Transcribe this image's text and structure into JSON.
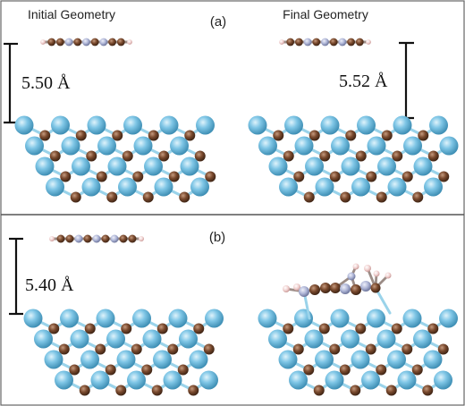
{
  "panel_a": {
    "label": "(a)",
    "initial_title": "Initial Geometry",
    "final_title": "Final Geometry",
    "initial_distance": "5.50 Å",
    "final_distance": "5.52 Å"
  },
  "panel_b": {
    "label": "(b)",
    "initial_distance": "5.40 Å"
  },
  "colors": {
    "metal_atom": "#79c1e2",
    "carbon_atom": "#7a4a2e",
    "nitrogen_atom": "#aeb5d6",
    "hydrogen_atom": "#f0d0cf",
    "bond": "#9ad3ea",
    "divider": "#555555",
    "bracket": "#111111"
  }
}
